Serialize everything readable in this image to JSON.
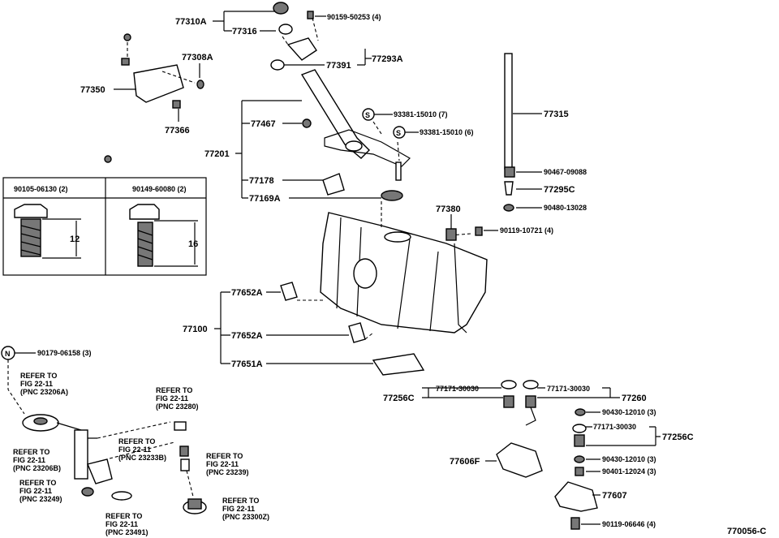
{
  "diagram_code": "770056-C",
  "bolt_table": {
    "left_part": "90105-06130 (2)",
    "right_part": "90149-60080 (2)",
    "left_dim": "12",
    "right_dim": "16"
  },
  "labels": {
    "p77310A": "77310A",
    "p77316": "77316",
    "p90159": "90159-50253 (4)",
    "p77391": "77391",
    "p77293A": "77293A",
    "p77308A": "77308A",
    "p77350": "77350",
    "p77366": "77366",
    "p77467": "77467",
    "p93381a": "93381-15010 (7)",
    "p93381b": "93381-15010 (6)",
    "p77201": "77201",
    "p77178": "77178",
    "p77169A": "77169A",
    "p77315": "77315",
    "p90467": "90467-09088",
    "p77295C": "77295C",
    "p90480": "90480-13028",
    "p77380": "77380",
    "p90119a": "90119-10721 (4)",
    "p77652Aa": "77652A",
    "p77100": "77100",
    "p77652Ab": "77652A",
    "p77651A": "77651A",
    "p90179": "90179-06158 (3)",
    "p77171a": "77171-30030",
    "p77171b": "77171-30030",
    "p77260": "77260",
    "p77256Ca": "77256C",
    "p90430a": "90430-12010 (3)",
    "p77171c": "77171-30030",
    "p77256Cb": "77256C",
    "p77606F": "77606F",
    "p90430b": "90430-12010 (3)",
    "p90401": "90401-12024 (3)",
    "p77607": "77607",
    "p90119b": "90119-06646 (4)"
  },
  "markers": {
    "s": "S",
    "n": "N"
  },
  "refs": {
    "r1": [
      "REFER TO",
      "FIG 22-11",
      "(PNC 23206A)"
    ],
    "r2": [
      "REFER TO",
      "FIG 22-11",
      "(PNC 23280)"
    ],
    "r3": [
      "REFER TO",
      "FIG 22-11",
      "(PNC 23233B)"
    ],
    "r4": [
      "REFER TO",
      "FIG 22-11",
      "(PNC 23206B)"
    ],
    "r5": [
      "REFER TO",
      "FIG 22-11",
      "(PNC 23239)"
    ],
    "r6": [
      "REFER TO",
      "FIG 22-11",
      "(PNC 23249)"
    ],
    "r7": [
      "REFER TO",
      "FIG 22-11",
      "(PNC 23300Z)"
    ],
    "r8": [
      "REFER TO",
      "FIG 22-11",
      "(PNC 23491)"
    ]
  }
}
